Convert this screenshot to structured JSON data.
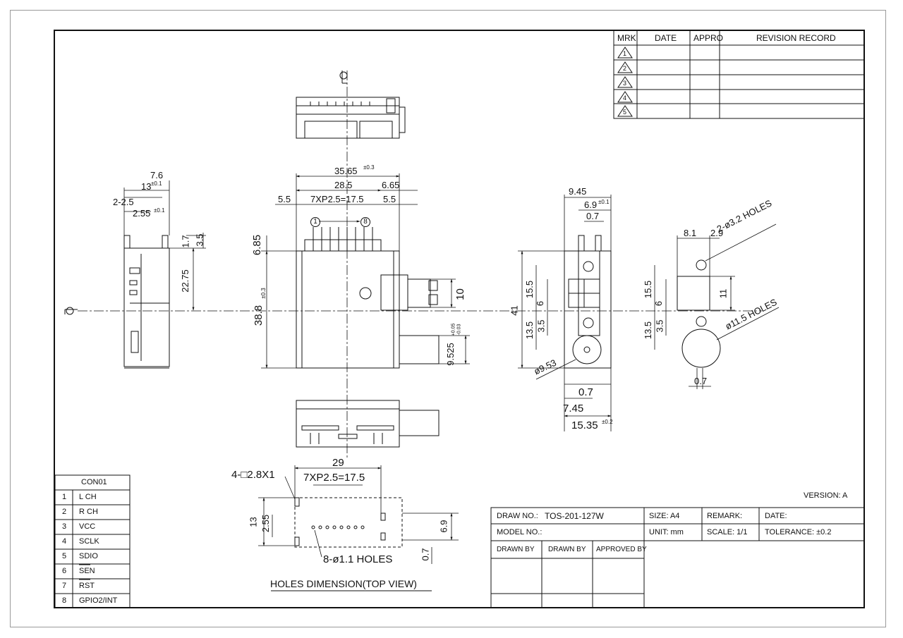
{
  "revision_table": {
    "headers": [
      "MRK",
      "DATE",
      "APPRO",
      "REVISION RECORD"
    ],
    "marks": [
      "1",
      "2",
      "3",
      "4",
      "5"
    ]
  },
  "pin_table": {
    "title": "CON01",
    "rows": [
      {
        "no": "1",
        "name": "L CH"
      },
      {
        "no": "2",
        "name": "R CH"
      },
      {
        "no": "3",
        "name": "VCC"
      },
      {
        "no": "4",
        "name": "SCLK"
      },
      {
        "no": "5",
        "name": "SDIO"
      },
      {
        "no": "6",
        "name": "SEN"
      },
      {
        "no": "7",
        "name": "RST"
      },
      {
        "no": "8",
        "name": "GPIO2/INT"
      }
    ]
  },
  "title_block": {
    "version": "VERSION: A",
    "draw_no": "DRAW NO.:",
    "draw_no_value": "TOS-201-127W",
    "size": "SIZE: A4",
    "remark": "REMARK:",
    "date": "DATE:",
    "model_no": "MODEL NO.:",
    "unit": "UNIT: mm",
    "scale": "SCALE: 1/1",
    "tolerance": "TOLERANCE: ±0.2",
    "drawn_by_1": "DRAWN BY",
    "drawn_by_2": "DRAWN BY",
    "approved_by": "APPROVED BY"
  },
  "holes_view": {
    "caption": "HOLES DIMENSION(TOP VIEW)",
    "width": "29",
    "square_holes": "4-□2.8X1",
    "pitch": "7XP2.5=17.5",
    "round_holes": "8-ø1.1 HOLES",
    "h13": "13",
    "h2_55": "2.55",
    "h6_9": "6.9",
    "h0_7": "0.7"
  },
  "side_view": {
    "d7_6": "7.6",
    "d13": "13",
    "d13_tol": "±0.1",
    "d2_2_5": "2-2.5",
    "d2_55": "2.55",
    "d2_55_tol": "±0.1",
    "d1_7": "1.7",
    "d3_5": "3.5",
    "d22_75": "22.75"
  },
  "front_view": {
    "w35_65": "35.65",
    "w35_65_tol": "±0.3",
    "w28_5": "28.5",
    "w6_65": "6.65",
    "w5_5_left": "5.5",
    "pitch": "7XP2.5=17.5",
    "w5_5_right": "5.5",
    "pin_first": "1",
    "pin_last": "8",
    "h6_85": "6.85",
    "h38_8": "38.8",
    "h38_8_tol": "±0.3",
    "h10": "10",
    "d9_525": "9.525",
    "d9_525_tol_up": "+0.05",
    "d9_525_tol_dn": "-0.03"
  },
  "right_view": {
    "w9_45": "9.45",
    "w6_9": "6.9",
    "w6_9_tol": "±0.1",
    "w0_7": "0.7",
    "h41": "41",
    "h15_5": "15.5",
    "h6": "6",
    "h13_5": "13.5",
    "h3_5": "3.5",
    "d9_53": "ø9.53",
    "b0_7": "0.7",
    "b7_45": "7.45",
    "b15_35": "15.35",
    "b15_35_tol": "±0.2"
  },
  "panel_view": {
    "w8_1": "8.1",
    "w2_9": "2.9",
    "holes_small": "2-ø3.2 HOLES",
    "holes_big": "ø11.5 HOLES",
    "h15_5": "15.5",
    "h6": "6",
    "h11": "11",
    "h13_5": "13.5",
    "h3_5": "3.5",
    "b0_7": "0.7"
  }
}
